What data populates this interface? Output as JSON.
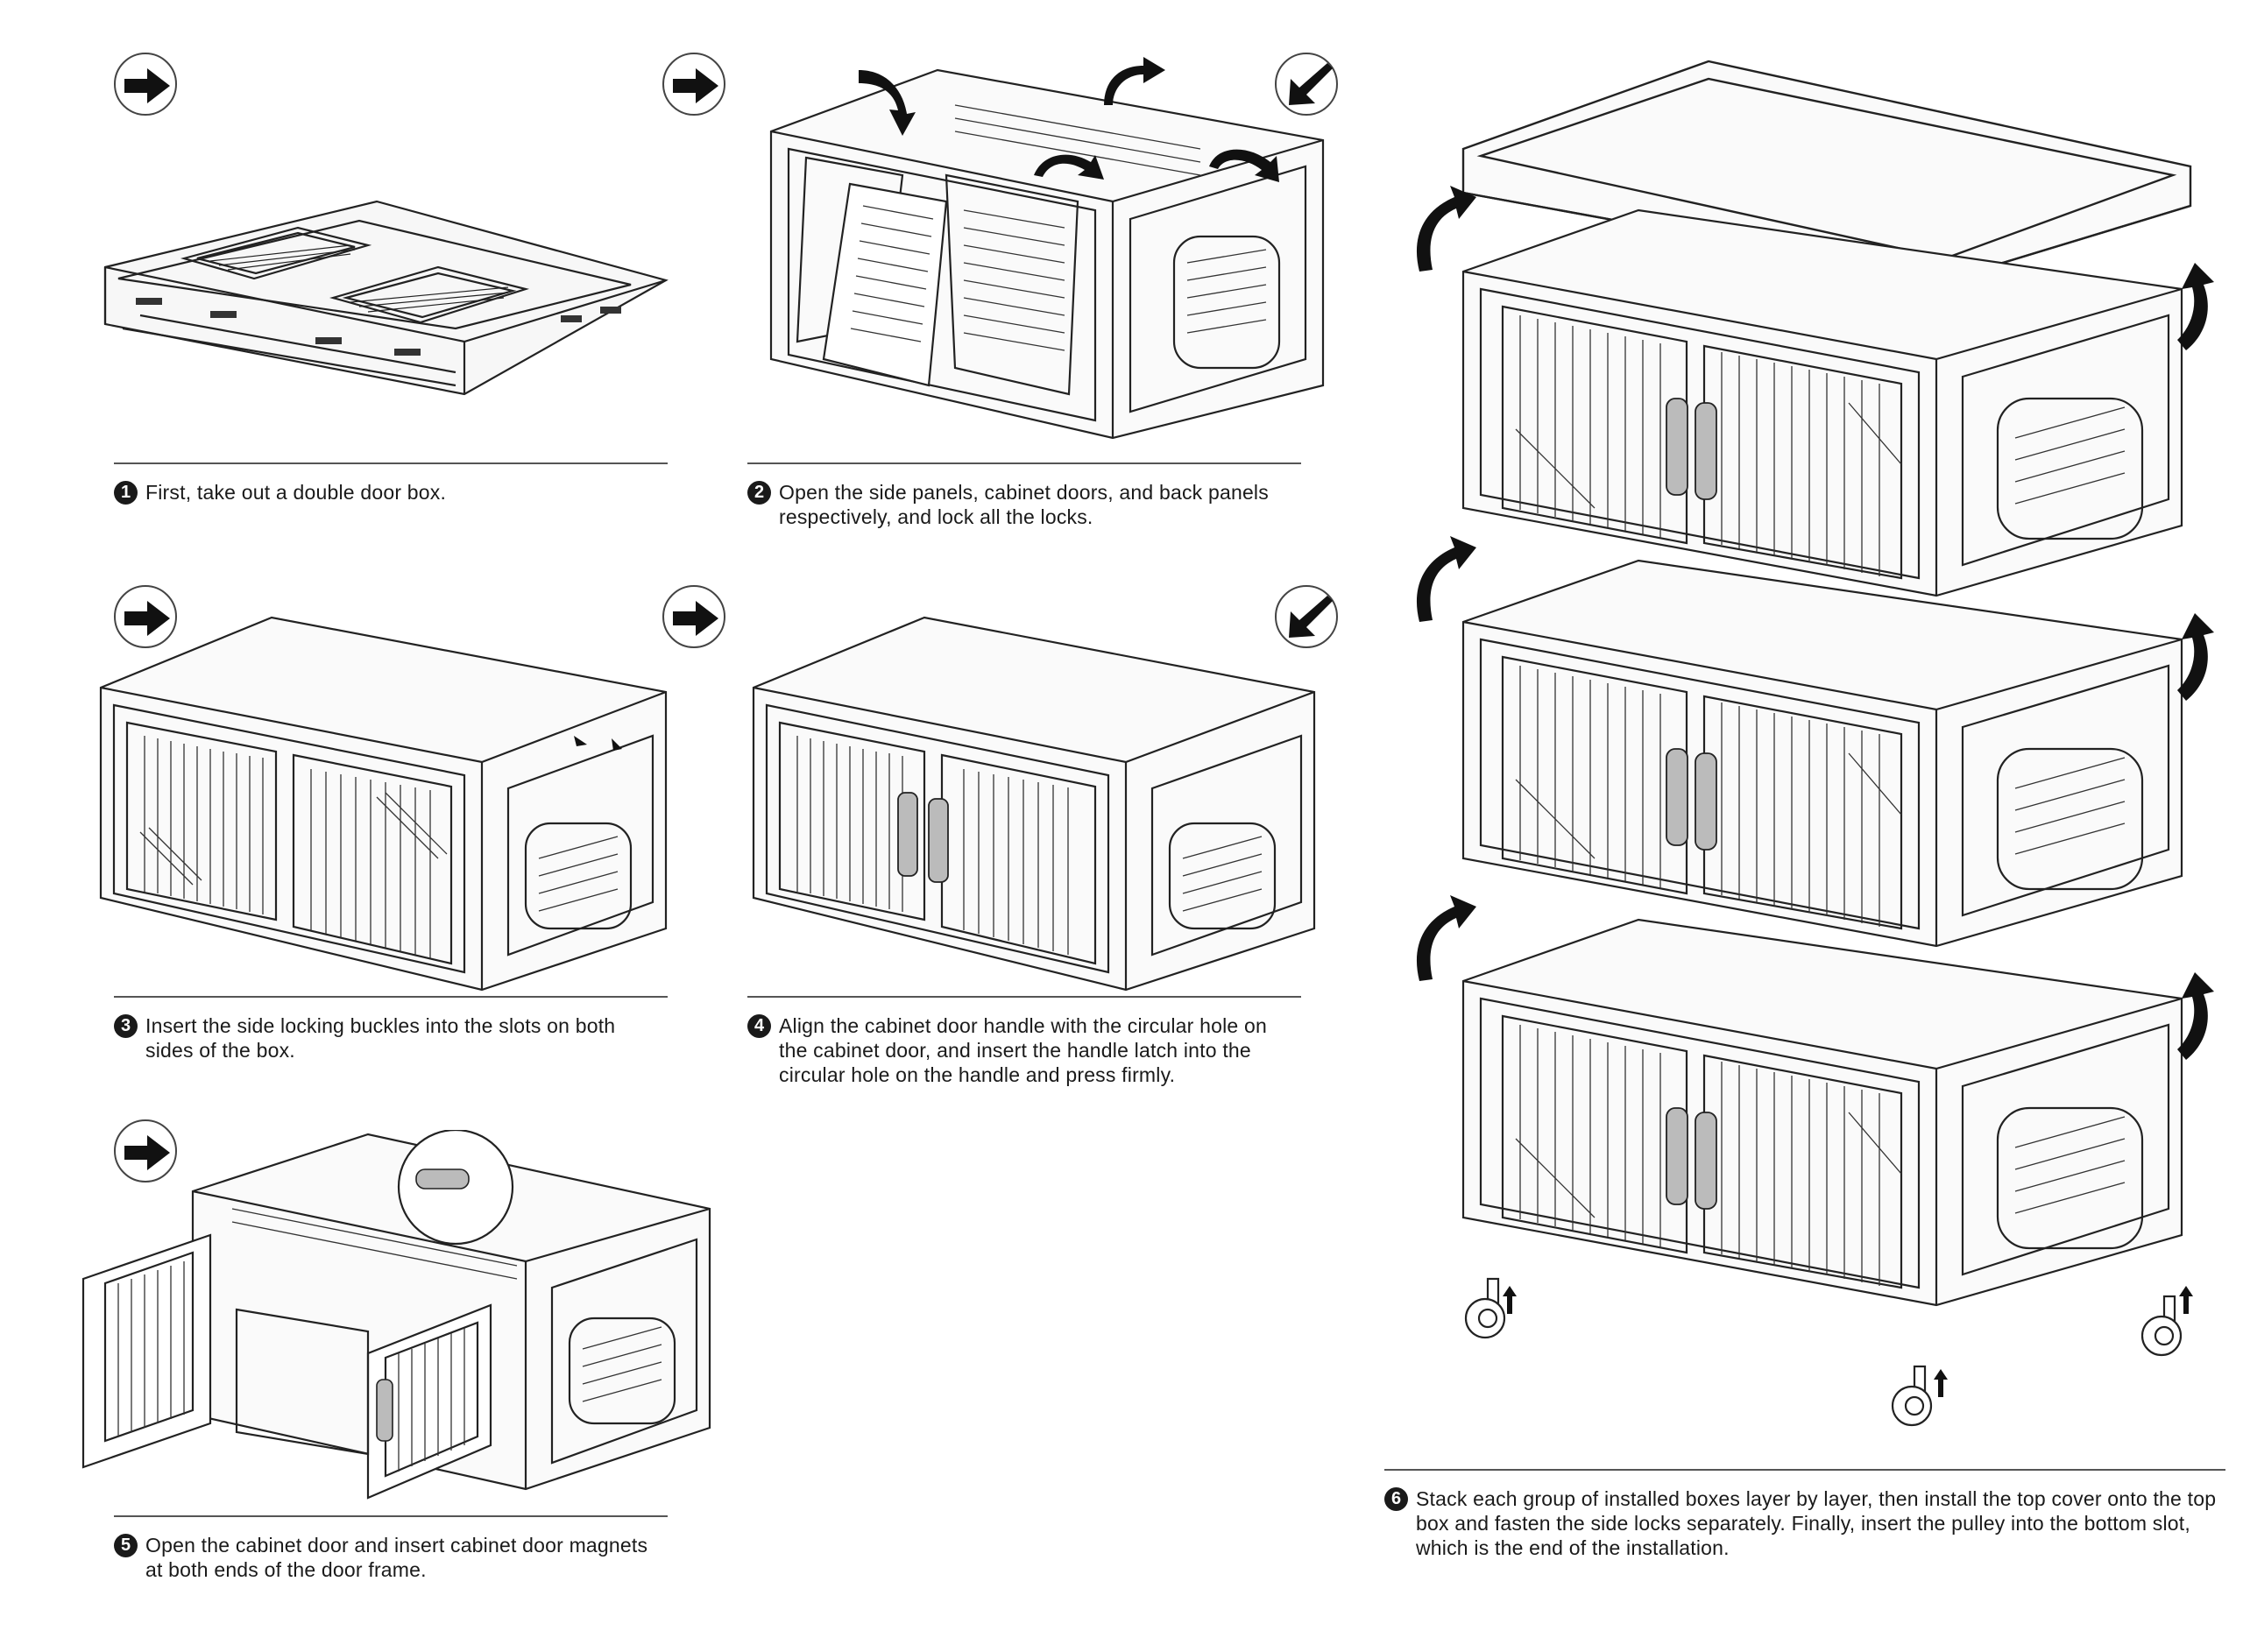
{
  "steps": [
    {
      "num": "1",
      "text": "First, take out a double door box."
    },
    {
      "num": "2",
      "text": "Open the side panels, cabinet doors, and back panels respectively, and lock all the locks."
    },
    {
      "num": "3",
      "text": "Insert the side locking buckles into the slots on both sides of the box."
    },
    {
      "num": "4",
      "text": "Align the cabinet door handle with the circular hole on the cabinet door, and insert the handle latch into the circular hole on the handle and press firmly."
    },
    {
      "num": "5",
      "text": "Open the cabinet door and insert cabinet door magnets at both ends of the door frame."
    },
    {
      "num": "6",
      "text": "Stack each group of installed boxes layer by layer, then install the top cover onto the top box and fasten the side locks separately. Finally, insert the pulley into the bottom slot, which is the end of the installation."
    }
  ],
  "icons": {
    "direction_right": "arrow-right-icon",
    "direction_down_left": "arrow-down-left-icon",
    "rotate": "curved-arrow-icon"
  }
}
